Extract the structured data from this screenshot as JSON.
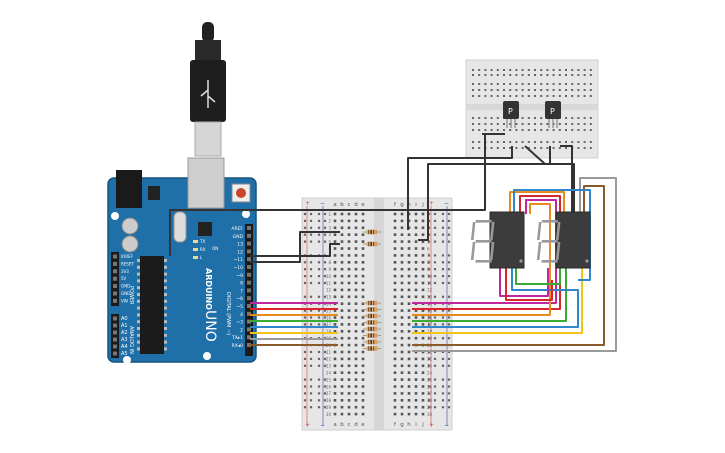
{
  "arduino": {
    "brand": "ARDUINO",
    "model": "UNO",
    "pin_header_labels": [
      "AREF",
      "GND",
      "13",
      "12",
      "~11",
      "~10",
      "~9",
      "8",
      "7",
      "~6",
      "~5",
      "4",
      "~3",
      "2",
      "TX▸1",
      "RX◂0"
    ],
    "digital_label": "DIGITAL (PWM ~)",
    "power_label": "POWER",
    "analog_label": "ANALOG IN",
    "power_pins": [
      "IOREF",
      "RESET",
      "3V3",
      "5V",
      "GND",
      "GND",
      "VIN"
    ],
    "analog_pins": [
      "A0",
      "A1",
      "A2",
      "A3",
      "A4",
      "A5"
    ],
    "led_labels": [
      "TX",
      "RX",
      "L"
    ],
    "on_label": "ON"
  },
  "breadboard_main": {
    "col_letters_left": [
      "a",
      "b",
      "c",
      "d",
      "e"
    ],
    "col_letters_right": [
      "f",
      "g",
      "h",
      "i",
      "j"
    ],
    "row_numbers": [
      "1",
      "2",
      "3",
      "4",
      "5",
      "6",
      "7",
      "8",
      "9",
      "10",
      "11",
      "12",
      "13",
      "14",
      "15",
      "16",
      "17",
      "18",
      "19",
      "20",
      "21",
      "22",
      "23",
      "24",
      "25",
      "26",
      "27",
      "28",
      "29",
      "30"
    ],
    "rail_plus": "+",
    "rail_minus": "−"
  },
  "transistor_labels": [
    "P",
    "P"
  ],
  "colors": {
    "board": "#1f6fa8",
    "breadboard": "#e8e8e8",
    "wire_black": "#333333",
    "wire_magenta": "#c0269e",
    "wire_red": "#d8262b",
    "wire_orange": "#e88a1c",
    "wire_green": "#3aaa35",
    "wire_blue": "#2f86c9",
    "wire_yellow": "#f0c419",
    "wire_brown": "#8a5a2b",
    "wire_gray": "#9a9a9a",
    "display": "#3c3c3c"
  }
}
